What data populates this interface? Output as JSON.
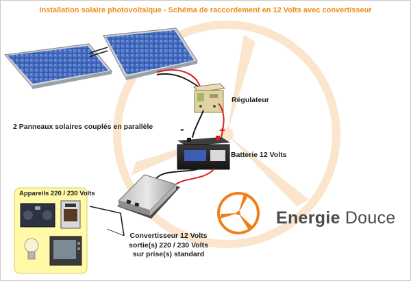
{
  "title": "Installation solaire photovoltaïque - Schéma de raccordement en 12 Volts avec convertisseur",
  "labels": {
    "regulator": "Régulateur",
    "panels": "2 Panneaux solaires couplés en parallèle",
    "battery": "Batterie 12 Volts",
    "appliances": "Appareils 220 / 230 Volts",
    "converter_line1": "Convertisseur 12 Volts",
    "converter_line2": "sortie(s) 220 / 230 Volts",
    "converter_line3": "sur prise(s) standard"
  },
  "polarity": {
    "minus": "-",
    "plus": "+"
  },
  "brand": {
    "part1": "Energie",
    "part2": "Douce"
  },
  "colors": {
    "title": "#f08a1a",
    "wire_positive": "#d92020",
    "wire_negative": "#1a1a1a",
    "watermark": "#fbe3c8",
    "brand_orange": "#f07f1a",
    "appliance_box": "#fff9a8",
    "panel_blue": "#2f55a8"
  }
}
